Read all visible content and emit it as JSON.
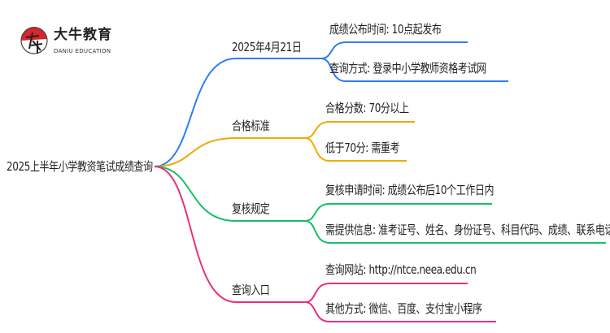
{
  "logo": {
    "name": "大牛教育",
    "subtitle": "DANIU EDUCATION",
    "mark": "大牛"
  },
  "root": "2025上半年小学教资笔试成绩查询",
  "colors": {
    "blue": "#2b7ff2",
    "orange": "#f0aa00",
    "green": "#16c06a",
    "pink": "#ec2e7c"
  },
  "branches": [
    {
      "label": "2025年4月21日",
      "children": [
        "成绩公布时间: 10点起发布",
        "查询方式: 登录中小学教师资格考试网"
      ]
    },
    {
      "label": "合格标准",
      "children": [
        "合格分数: 70分以上",
        "低于70分: 需重考"
      ]
    },
    {
      "label": "复核规定",
      "children": [
        "复核申请时间: 成绩公布后10个工作日内",
        "需提供信息: 准考证号、姓名、身份证号、科目代码、成绩、联系电话"
      ]
    },
    {
      "label": "查询入口",
      "children": [
        "查询网站: http://ntce.neea.edu.cn",
        "其他方式: 微信、百度、支付宝小程序"
      ]
    }
  ]
}
